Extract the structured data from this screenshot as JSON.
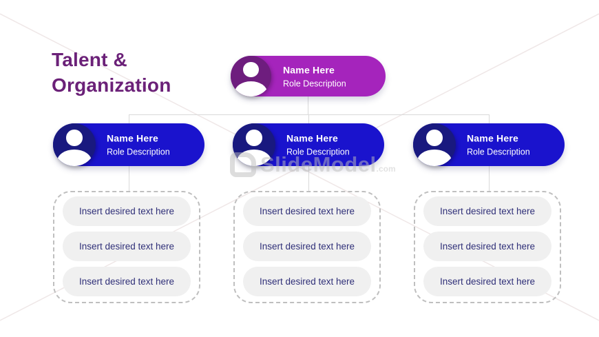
{
  "title": {
    "line1": "Talent &",
    "line2": "Organization"
  },
  "colors": {
    "title_text": "#6B2178",
    "root_pill": "#A524BC",
    "root_avatar": "#6E1D7E",
    "manager_pill": "#1A13CD",
    "manager_avatar": "#19197F",
    "connector_line": "#D9D9D9",
    "item_pill_bg": "#F0F0F0",
    "item_text": "#2F2F78",
    "dashed_border": "#BFBFBF"
  },
  "org_chart": {
    "root": {
      "name": "Name Here",
      "role": "Role Description"
    },
    "groups": [
      {
        "name": "Name Here",
        "role": "Role Description",
        "items": [
          "Insert desired text here",
          "Insert desired text here",
          "Insert desired text here"
        ]
      },
      {
        "name": "Name Here",
        "role": "Role Description",
        "items": [
          "Insert desired text here",
          "Insert desired text here",
          "Insert desired text here"
        ]
      },
      {
        "name": "Name Here",
        "role": "Role Description",
        "items": [
          "Insert desired text here",
          "Insert desired text here",
          "Insert desired text here"
        ]
      }
    ]
  },
  "watermark": {
    "brand": "SlideModel",
    "suffix": ".com"
  }
}
